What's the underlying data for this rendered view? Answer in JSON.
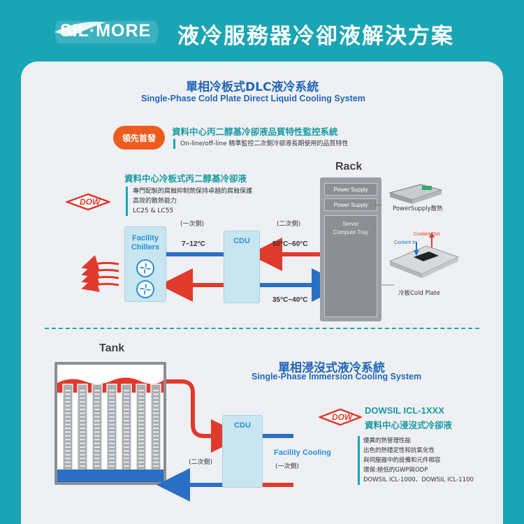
{
  "header": {
    "logo_text": "SIL·MORE",
    "title": "液冷服務器冷卻液解決方案"
  },
  "dlc": {
    "title_zh": "單相冷板式DLC液冷系統",
    "title_en": "Single-Phase Cold Plate Direct Liquid Cooling System",
    "badge": "領先首發",
    "monitor_title": "資料中心丙二醇基冷卻液品質特性監控系統",
    "monitor_desc": "On-line/off-line 精準監控二次側冷卻液長期使用的品質特性",
    "coolant_title": "資料中心冷板式丙二醇基冷卻液",
    "coolant_lines": [
      "專門配製的腐蝕抑制劑保持卓越的腐蝕保護",
      "高效的散熱能力",
      "LC25 & LC55"
    ],
    "dow_label": "DOW",
    "primary_side": "(一次側)",
    "secondary_side": "(二次側)",
    "facility_label_1": "Facility",
    "facility_label_2": "Chillers",
    "cdu": "CDU",
    "temp_primary": "7~12°C",
    "temp_hot": "50°C~60°C",
    "temp_cold": "35°C~40°C",
    "rack_label": "Rack",
    "power_supply_1": "Power Supply",
    "power_supply_2": "Power Supply",
    "server_1": "Server",
    "server_2": "Compute Tray",
    "ps_caption": "PowerSupply散熱",
    "coolant_out": "Coolant Out",
    "coolant_in": "Coolant In",
    "cold_plate_caption": "冷板Cold Plate"
  },
  "immersion": {
    "tank_label": "Tank",
    "title_zh": "單相浸沒式液冷系統",
    "title_en": "Single-Phase Immersion Cooling System",
    "cdu": "CDU",
    "facility_cooling": "Facility Cooling",
    "secondary_side": "(二次側)",
    "primary_side": "(一次側)",
    "dow_label": "DOW",
    "product_title": "DOWSIL ICL-1XXX",
    "product_subtitle": "資料中心浸沒式冷卻液",
    "features": [
      "優異的熱管理性能",
      "出色的熱穩定性和抗氧化性",
      "與伺服器中的設備和元件相容",
      "環保:極低的GWP與ODP",
      "DOWSIL ICL-1000、DOWSIL ICL-1100"
    ]
  },
  "colors": {
    "accent": "#1aa5b5",
    "title_blue": "#2266b8",
    "hot_red": "#e03a2d",
    "cold_blue": "#2a6fc4",
    "badge_orange": "#ee5b1f"
  }
}
